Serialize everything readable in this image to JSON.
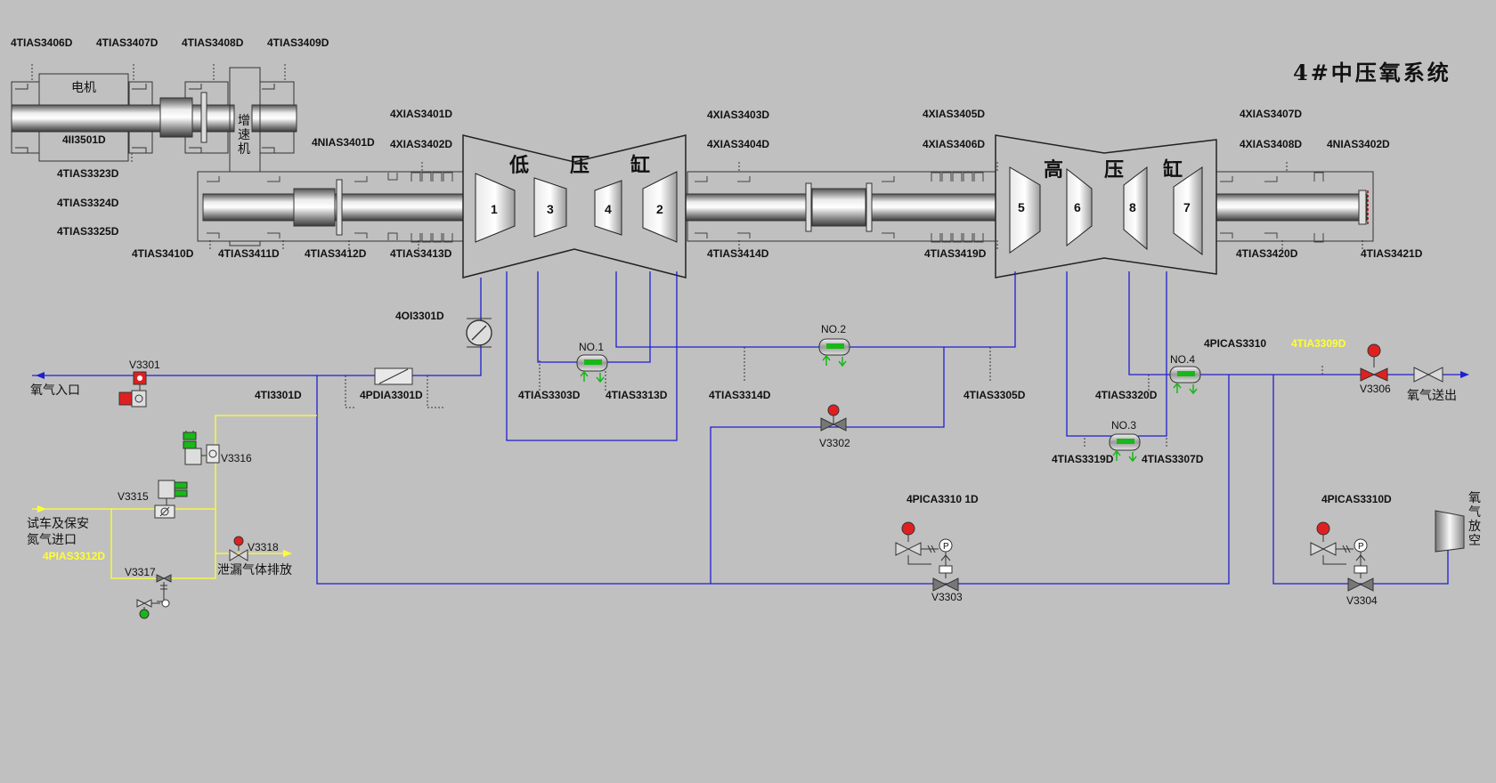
{
  "title": "4#中压氧系统",
  "motor": {
    "label": "电机",
    "tag": "4II3501D"
  },
  "gearbox": {
    "label": "增速机"
  },
  "cylinders": {
    "low": {
      "chars": [
        "低",
        "压",
        "缸"
      ]
    },
    "high": {
      "chars": [
        "高",
        "压",
        "缸"
      ]
    }
  },
  "stages": {
    "s1": "1",
    "s3": "3",
    "s4": "4",
    "s2": "2",
    "s5": "5",
    "s6": "6",
    "s8": "8",
    "s7": "7"
  },
  "coolers": {
    "no1": "NO.1",
    "no2": "NO.2",
    "no3": "NO.3",
    "no4": "NO.4"
  },
  "valves": {
    "v3301": "V3301",
    "v3302": "V3302",
    "v3303": "V3303",
    "v3304": "V3304",
    "v3306": "V3306",
    "v3315": "V3315",
    "v3316": "V3316",
    "v3317": "V3317",
    "v3318": "V3318"
  },
  "pipes": {
    "oxygen_inlet": "氧气入口",
    "oxygen_outlet": "氧气送出",
    "nitrogen_inlet_line1": "试车及保安",
    "nitrogen_inlet_line2": "氮气进口",
    "leak_vent": "泄漏气体排放",
    "oxygen_vent": "氧气放空"
  },
  "tags": {
    "t3406": "4TIAS3406D",
    "t3407": "4TIAS3407D",
    "t3408": "4TIAS3408D",
    "t3409": "4TIAS3409D",
    "t3323": "4TIAS3323D",
    "t3324": "4TIAS3324D",
    "t3325": "4TIAS3325D",
    "t3410": "4TIAS3410D",
    "t3411": "4TIAS3411D",
    "t3412": "4TIAS3412D",
    "t3413": "4TIAS3413D",
    "t3414": "4TIAS3414D",
    "t3419": "4TIAS3419D",
    "t3420": "4TIAS3420D",
    "t3421": "4TIAS3421D",
    "x3401": "4XIAS3401D",
    "x3402": "4XIAS3402D",
    "n3401": "4NIAS3401D",
    "x3403": "4XIAS3403D",
    "x3404": "4XIAS3404D",
    "x3405": "4XIAS3405D",
    "x3406": "4XIAS3406D",
    "x3407": "4XIAS3407D",
    "x3408": "4XIAS3408D",
    "n3402": "4NIAS3402D",
    "oi3301": "4OI3301D",
    "ti3301": "4TI3301D",
    "pdia3301": "4PDIA3301D",
    "t3303": "4TIAS3303D",
    "t3313": "4TIAS3313D",
    "t3314": "4TIAS3314D",
    "t3305": "4TIAS3305D",
    "t3320": "4TIAS3320D",
    "t3319": "4TIAS3319D",
    "t3307": "4TIAS3307D",
    "pica3310": "4PICAS3310",
    "t3309": "4TIA3309D",
    "pica3310_1d": "4PICA3310 1D",
    "pica3310d": "4PICAS3310D",
    "pias3312": "4PIAS3312D"
  },
  "colors": {
    "background": "#c0c0c0",
    "oxygen_pipe": "#1f1fd0",
    "nitrogen_pipe": "#ffff33",
    "alarm_red": "#e02020",
    "normal_green": "#18b818",
    "alarm_tag": "#ffff33"
  }
}
